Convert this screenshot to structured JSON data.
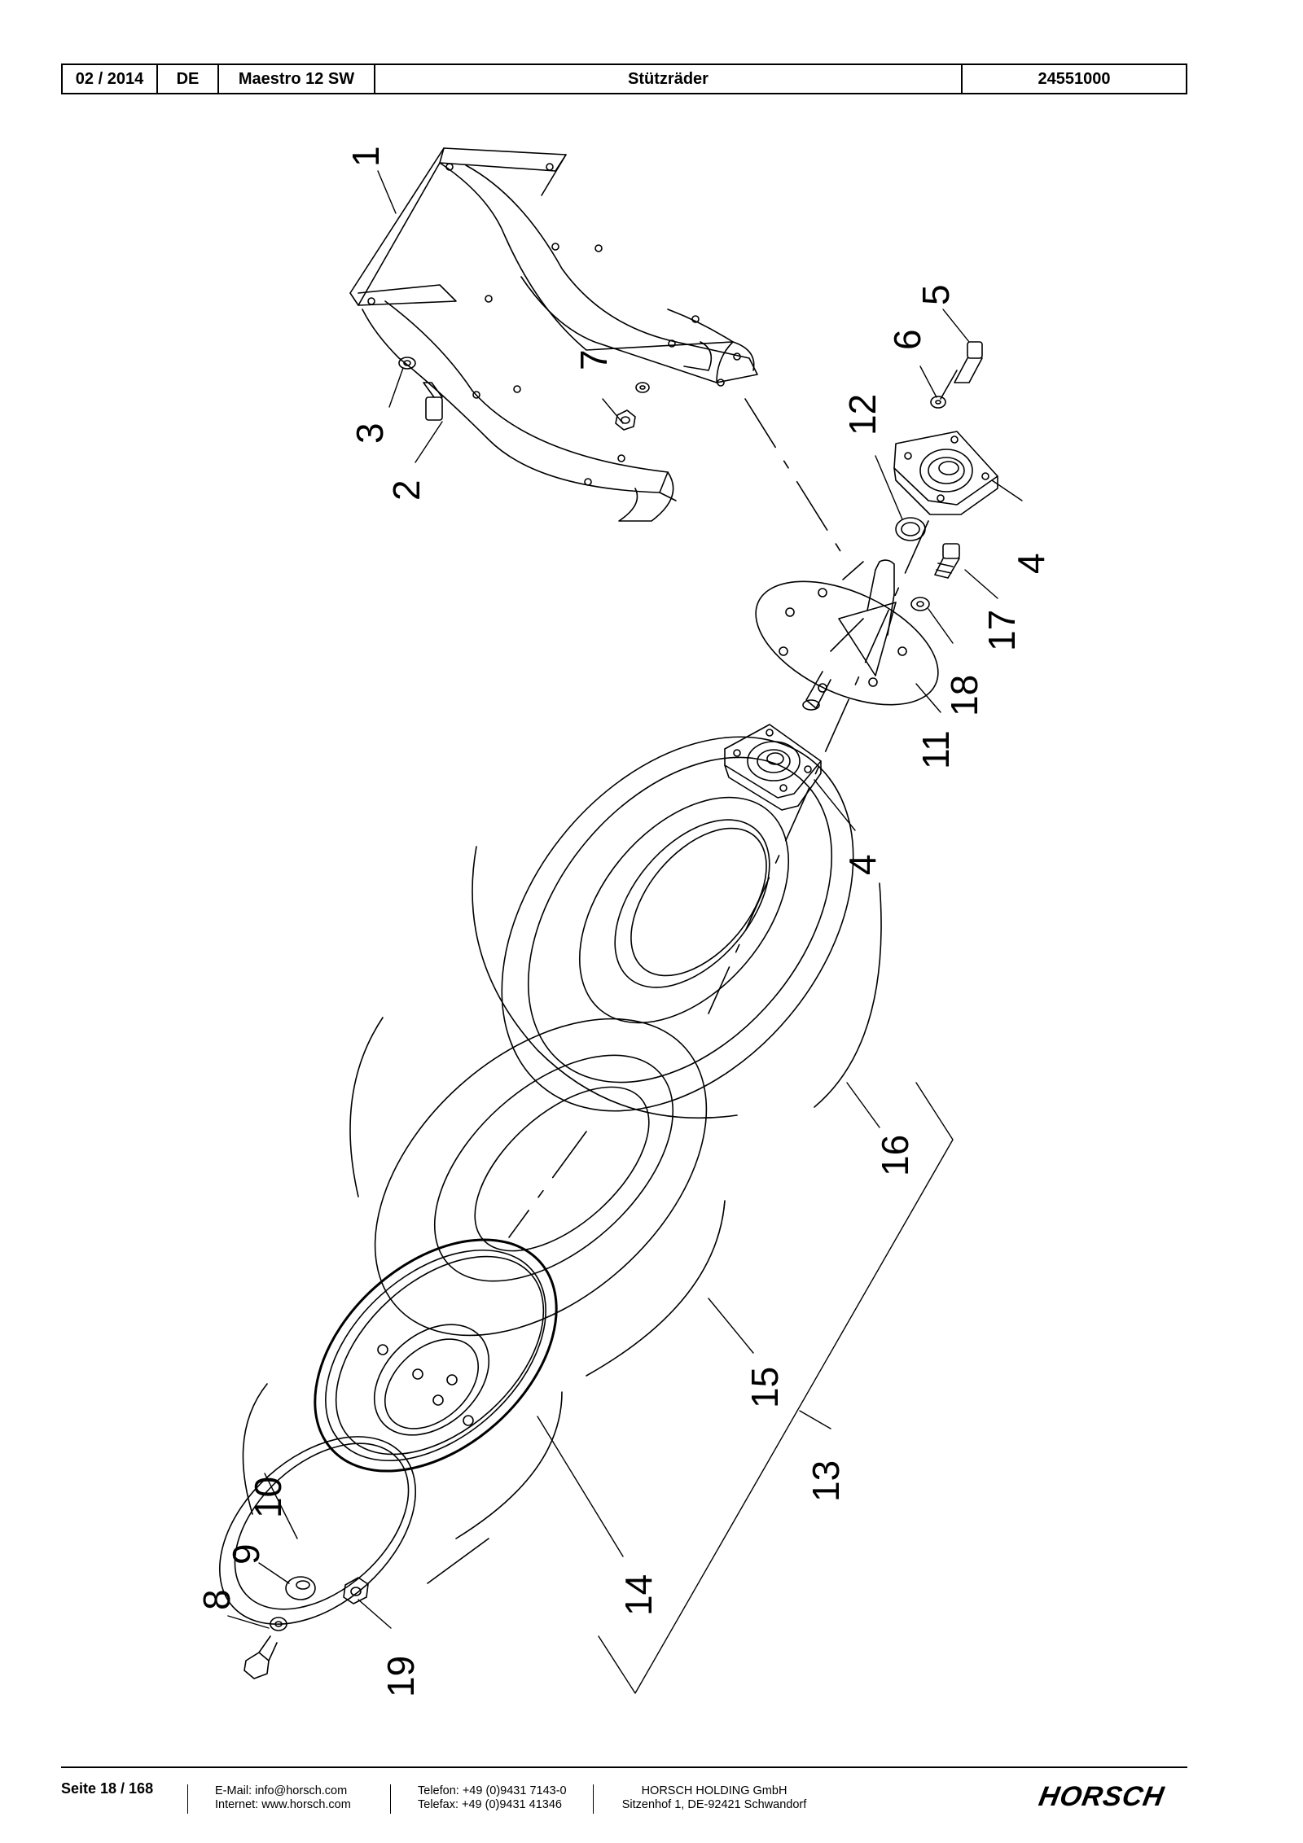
{
  "header": {
    "date": "02 / 2014",
    "lang": "DE",
    "model": "Maestro 12 SW",
    "title": "Stützräder",
    "part_no": "24551000"
  },
  "callouts": {
    "n1": "1",
    "n2": "2",
    "n3": "3",
    "n4a": "4",
    "n4b": "4",
    "n5": "5",
    "n6": "6",
    "n7": "7",
    "n8": "8",
    "n9": "9",
    "n10": "10",
    "n11": "11",
    "n12": "12",
    "n13": "13",
    "n14": "14",
    "n15": "15",
    "n16": "16",
    "n17": "17",
    "n18": "18",
    "n19": "19"
  },
  "footer": {
    "page": "Seite 18 / 168",
    "email": "E-Mail: info@horsch.com",
    "web": "Internet: www.horsch.com",
    "phone": "Telefon: +49 (0)9431 7143-0",
    "fax": "Telefax: +49 (0)9431 41346",
    "company": "HORSCH HOLDING GmbH",
    "address": "Sitzenhof 1, DE-92421 Schwandorf",
    "logo": "HORSCH"
  }
}
